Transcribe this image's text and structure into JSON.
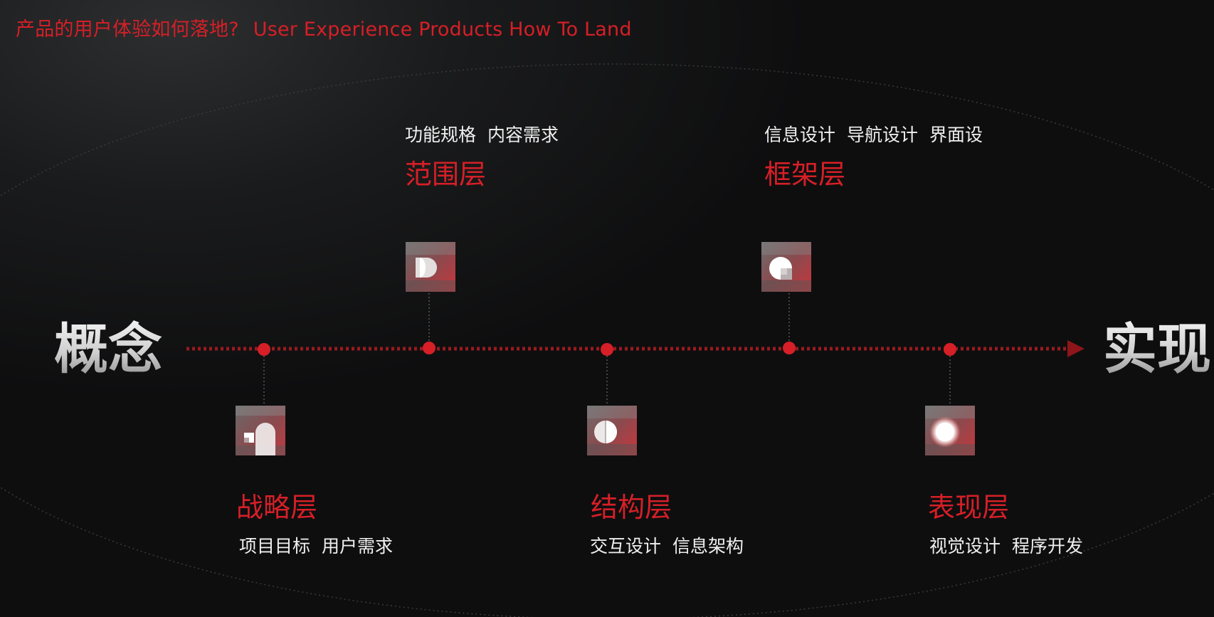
{
  "header": {
    "title_cn": "产品的用户体验如何落地?",
    "title_en": "User Experience Products How To Land"
  },
  "timeline": {
    "start_label": "概念",
    "end_label": "实现"
  },
  "layers": [
    {
      "title": "战略层",
      "items": [
        "项目目标",
        "用户需求"
      ],
      "position": "below",
      "icon": "half-pill-icon"
    },
    {
      "title": "范围层",
      "items": [
        "功能规格",
        "内容需求"
      ],
      "position": "above",
      "icon": "d-shape-icon"
    },
    {
      "title": "结构层",
      "items": [
        "交互设计",
        "信息架构"
      ],
      "position": "below",
      "icon": "split-circle-icon"
    },
    {
      "title": "框架层",
      "items": [
        "信息设计",
        "导航设计",
        "界面设"
      ],
      "position": "above",
      "icon": "circle-cutout-icon"
    },
    {
      "title": "表现层",
      "items": [
        "视觉设计",
        "程序开发"
      ],
      "position": "below",
      "icon": "glowing-circle-icon"
    }
  ],
  "colors": {
    "accent": "#d61f27",
    "background": "#0e0e0f",
    "text": "#f0f0f0"
  }
}
